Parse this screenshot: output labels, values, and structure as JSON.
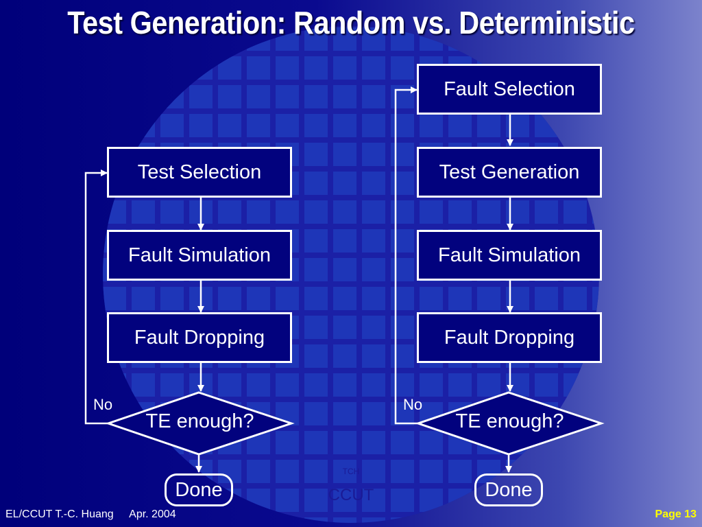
{
  "title": "Test Generation: Random vs. Deterministic",
  "left_flow": {
    "test_selection": "Test Selection",
    "fault_simulation": "Fault Simulation",
    "fault_dropping": "Fault Dropping",
    "decision": "TE enough?",
    "no_label": "No",
    "done": "Done"
  },
  "right_flow": {
    "fault_selection": "Fault Selection",
    "test_generation": "Test Generation",
    "fault_simulation": "Fault Simulation",
    "fault_dropping": "Fault Dropping",
    "decision": "TE enough?",
    "no_label": "No",
    "done": "Done"
  },
  "watermark": {
    "top": "TCH",
    "bottom": "CCUT"
  },
  "footer": {
    "author": "EL/CCUT T.-C. Huang",
    "date": "Apr. 2004",
    "page": "Page  13"
  },
  "colors": {
    "background": "#00007a",
    "circle": "#1b20a6",
    "tile": "#1e36b8",
    "line": "#ffffff",
    "page_number": "#ffff00"
  }
}
